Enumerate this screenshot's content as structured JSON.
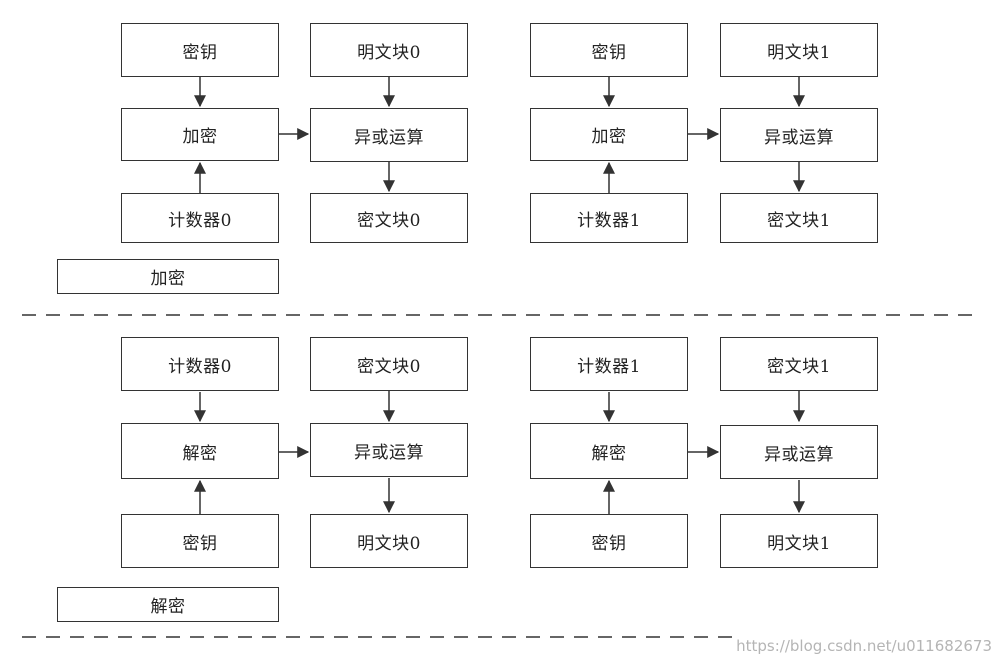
{
  "encryption": {
    "block0": {
      "key": "密钥",
      "encrypt": "加密",
      "counter": "计数器0",
      "plaintext": "明文块0",
      "xor": "异或运算",
      "ciphertext": "密文块0"
    },
    "block1": {
      "key": "密钥",
      "encrypt": "加密",
      "counter": "计数器1",
      "plaintext": "明文块1",
      "xor": "异或运算",
      "ciphertext": "密文块1"
    },
    "caption": "加密"
  },
  "decryption": {
    "block0": {
      "counter": "计数器0",
      "decrypt": "解密",
      "key": "密钥",
      "ciphertext": "密文块0",
      "xor": "异或运算",
      "plaintext": "明文块0"
    },
    "block1": {
      "counter": "计数器1",
      "decrypt": "解密",
      "key": "密钥",
      "ciphertext": "密文块1",
      "xor": "异或运算",
      "plaintext": "明文块1"
    },
    "caption": "解密"
  },
  "watermark": "https://blog.csdn.net/u011682673"
}
